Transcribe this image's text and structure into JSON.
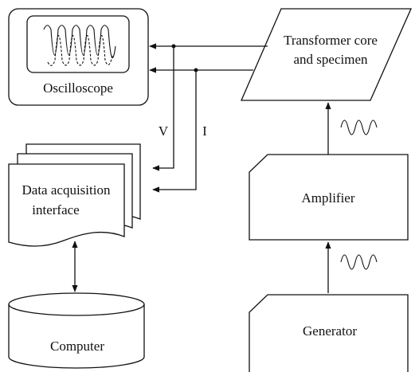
{
  "labels": {
    "oscilloscope": "Oscilloscope",
    "transformer_line1": "Transformer core",
    "transformer_line2": "and specimen",
    "daq_line1": "Data acquisition",
    "daq_line2": "interface",
    "amplifier": "Amplifier",
    "generator": "Generator",
    "computer": "Computer",
    "voltage": "V",
    "current": "I"
  }
}
